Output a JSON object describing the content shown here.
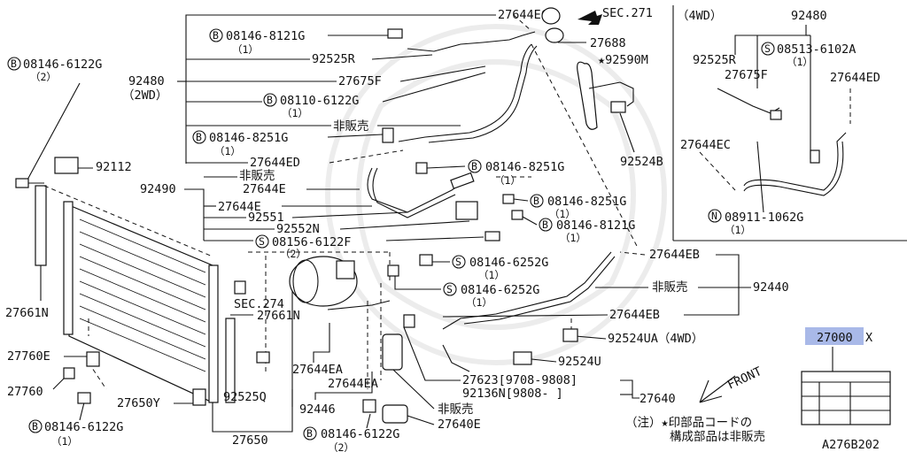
{
  "inset_title": "（4WD）",
  "inset_labels": {
    "p92480": "92480",
    "p92525r": "92525R",
    "p08513": "08513-6102A",
    "p08513_qty": "（1）",
    "p27675f": "27675F",
    "p27644ed": "27644ED",
    "p27644ec": "27644EC",
    "p08911": "08911-1062G",
    "p08911_qty": "（1）"
  },
  "labels": {
    "p08146_6122g_top": "08146-6122G",
    "p08146_6122g_top_qty": "（2）",
    "p92480": "92480",
    "p92480_2wd": "（2WD）",
    "p92112": "92112",
    "p27644ec": "27644EC",
    "p08146_8121g": "08146-8121G",
    "p08146_8121g_qty": "（1）",
    "p92525r": "92525R",
    "p27675f": "27675F",
    "p08110": "08110-6122G",
    "p08110_qty": "（1）",
    "hihanbai1": "非販売",
    "p08146_8251g_a": "08146-8251G",
    "p08146_8251g_a_qty": "（1）",
    "p27644ed": "27644ED",
    "sec271": "SEC.271",
    "p27688": "27688",
    "p92590m": "★92590M",
    "p92524b": "92524B",
    "p08146_8251g_b": "08146-8251G",
    "p08146_8251g_b_qty": "（1）",
    "p08146_8251g_c": "08146-8251G",
    "p08146_8251g_c_qty": "（1）",
    "p08146_8121g_b": "08146-8121G",
    "p08146_8121g_b_qty": "（1）",
    "p92490": "92490",
    "hihanbai2": "非販売",
    "p27644e_a": "27644E",
    "p27644e_b": "27644E",
    "p92551": "92551",
    "p92552n": "92552N",
    "p08156": "08156-6122F",
    "p08156_qty": "（2）",
    "sec274": "SEC.274",
    "p27661n_a": "27661N",
    "p27661n_b": "27661N",
    "p08146_6252g_a": "08146-6252G",
    "p08146_6252g_a_qty": "（1）",
    "p08146_6252g_b": "08146-6252G",
    "p08146_6252g_b_qty": "（1）",
    "p27644eb_a": "27644EB",
    "hihanbai3": "非販売",
    "p92440": "92440",
    "p27644eb_b": "27644EB",
    "p92524ua": "92524UA（4WD）",
    "p92524u": "92524U",
    "p27760e": "27760E",
    "p27760": "27760",
    "p27650y": "27650Y",
    "p27644ea_a": "27644EA",
    "p27644ea_b": "27644EA",
    "p92525q": "92525Q",
    "p92446": "92446",
    "p27623": "27623[9708-9808]",
    "p92136n": "92136N[9808-     ]",
    "p27640": "27640",
    "hihanbai4": "非販売",
    "p27640e": "27640E",
    "p08146_6122g_bl": "08146-6122G",
    "p08146_6122g_bl_qty": "（1）",
    "p08146_6122g_bm": "08146-6122G",
    "p08146_6122g_bm_qty": "（2）",
    "p27650": "27650",
    "front": "FRONT",
    "note1": "（注）★印部品コードの",
    "note2": "構成部品は非販売",
    "assy": "27000",
    "assy_suffix": "X",
    "code": "A276B202"
  },
  "symbols": {
    "bolt": "B",
    "screw": "S",
    "nut": "N"
  },
  "colors": {
    "highlight": "#a9b9e8",
    "ink": "#111111"
  }
}
